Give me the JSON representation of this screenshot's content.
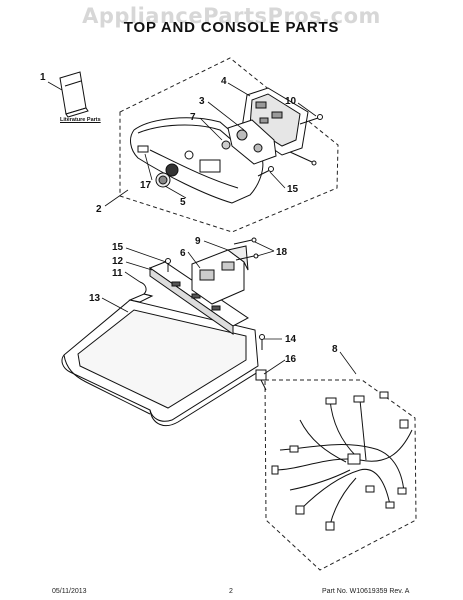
{
  "watermark": "AppliancePartsPros.com",
  "title": "TOP AND CONSOLE PARTS",
  "literature_label": "Literature Parts",
  "callouts": {
    "c1": "1",
    "c2": "2",
    "c3": "3",
    "c4": "4",
    "c5": "5",
    "c6": "6",
    "c7": "7",
    "c8": "8",
    "c9": "9",
    "c10": "10",
    "c11": "11",
    "c12": "12",
    "c13": "13",
    "c14": "14",
    "c15a": "15",
    "c15b": "15",
    "c16": "16",
    "c17": "17",
    "c18": "18"
  },
  "footer": {
    "date": "05/11/2013",
    "page": "2",
    "part_number": "Part No. W10619359  Rev. A"
  }
}
